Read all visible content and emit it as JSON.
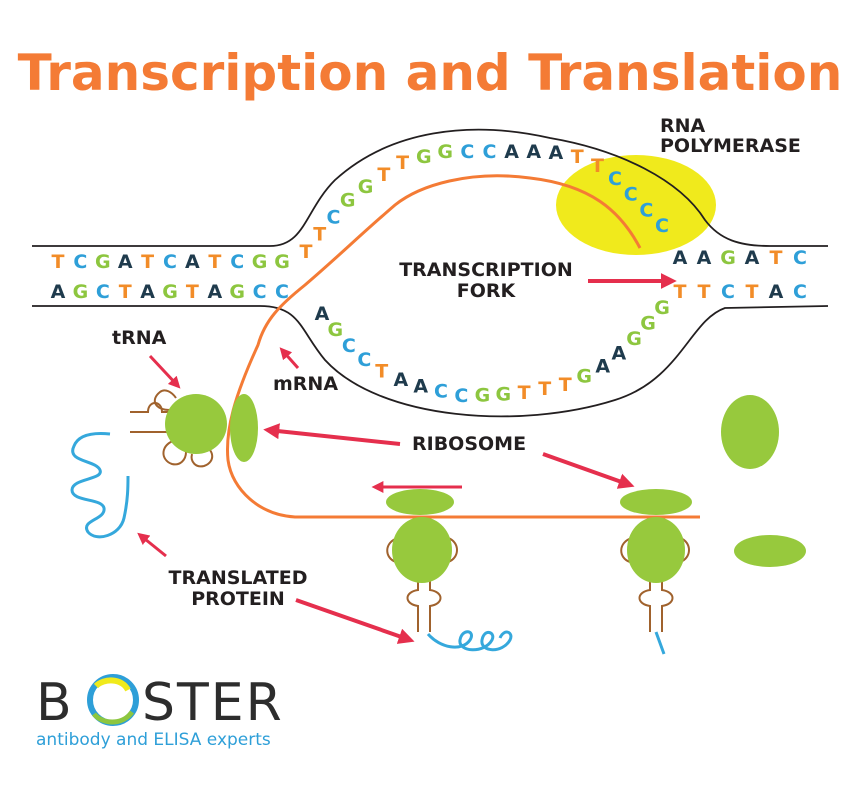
{
  "title": "Transcription and Translation",
  "labels": {
    "rna_polymerase_1": "RNA",
    "rna_polymerase_2": "POLYMERASE",
    "transcription_fork_1": "TRANSCRIPTION",
    "transcription_fork_2": "FORK",
    "trna": "tRNA",
    "mrna": "mRNA",
    "ribosome": "RIBOSOME",
    "translated_protein_1": "TRANSLATED",
    "translated_protein_2": "PROTEIN"
  },
  "dna": {
    "top_left": "TCGATCATCGG",
    "bottom_left": "AGCTAGTAGCC",
    "top_right": "AAGATC",
    "bottom_right": "TTCTAC",
    "upper_bubble": "TTCGGTTGGCCAAATTCCCC",
    "lower_bubble": "AGCCTAACCGGTTTGAAGGG"
  },
  "colors": {
    "title": "#f47b35",
    "A": "#1f3b4d",
    "T": "#f28c28",
    "C": "#2e9fd8",
    "G": "#8dc63f",
    "ribosome": "#97c93d",
    "polymerase": "#f0ea1c",
    "mrna": "#f47b35",
    "protein": "#35a8dc",
    "trna": "#a0622d",
    "arrow": "#e52f4d"
  },
  "brand": {
    "b": "B",
    "o": "O",
    "rest": "STER",
    "tagline": "antibody and ELISA experts"
  }
}
